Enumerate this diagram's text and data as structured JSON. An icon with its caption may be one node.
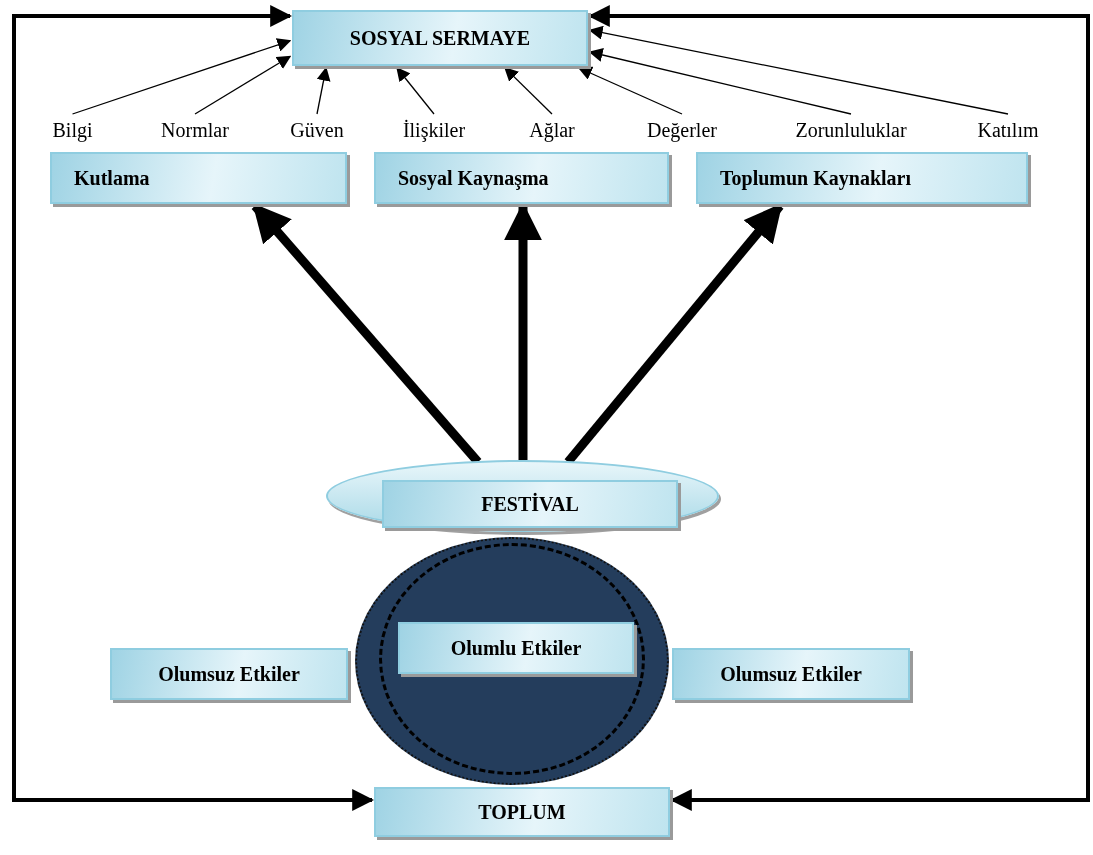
{
  "diagram": {
    "nodes": [
      {
        "text": [
          "SOSYAL SERMAYE"
        ]
      },
      {
        "text": [
          "Bilgi"
        ]
      },
      {
        "text": [
          "Normlar"
        ]
      },
      {
        "text": [
          "Güven"
        ]
      },
      {
        "text": [
          "İlişkiler"
        ]
      },
      {
        "text": [
          "Ağlar"
        ]
      },
      {
        "text": [
          "Değerler"
        ]
      },
      {
        "text": [
          "Zorunluluklar"
        ]
      },
      {
        "text": [
          "Katılım"
        ]
      },
      {
        "text": [
          "Kutlama"
        ]
      },
      {
        "text": [
          "Sosyal Kaynaşma"
        ]
      },
      {
        "text": [
          "Toplumun Kaynakları"
        ]
      },
      {
        "text": [],
        "shape": "ellipse"
      },
      {
        "text": [
          "FESTİVAL"
        ],
        "in": 12
      },
      {
        "text": [],
        "shape": "circle"
      },
      {
        "text": [
          "Olumlu Etkiler"
        ],
        "in": 14
      },
      {
        "text": [
          "Olumsuz Etkiler"
        ]
      },
      {
        "text": [
          "Olumsuz Etkiler"
        ]
      },
      {
        "text": [
          "TOPLUM"
        ]
      }
    ],
    "edges": [
      {
        "from": 1,
        "to": 0,
        "arrow": "to"
      },
      {
        "from": 2,
        "to": 0,
        "arrow": "to"
      },
      {
        "from": 3,
        "to": 0,
        "arrow": "to"
      },
      {
        "from": 4,
        "to": 0,
        "arrow": "to"
      },
      {
        "from": 5,
        "to": 0,
        "arrow": "to"
      },
      {
        "from": 6,
        "to": 0,
        "arrow": "to"
      },
      {
        "from": 7,
        "to": 0,
        "arrow": "to"
      },
      {
        "from": 8,
        "to": 0,
        "arrow": "to"
      },
      {
        "from": 12,
        "to": 9,
        "arrow": "to",
        "style": "thick"
      },
      {
        "from": 12,
        "to": 10,
        "arrow": "to",
        "style": "thick"
      },
      {
        "from": 12,
        "to": 11,
        "arrow": "to",
        "style": "thick"
      },
      {
        "from": 18,
        "to": 0,
        "arrow": "both",
        "style": "thick"
      },
      {
        "from": 18,
        "to": 0,
        "arrow": "both",
        "style": "thick"
      }
    ]
  }
}
